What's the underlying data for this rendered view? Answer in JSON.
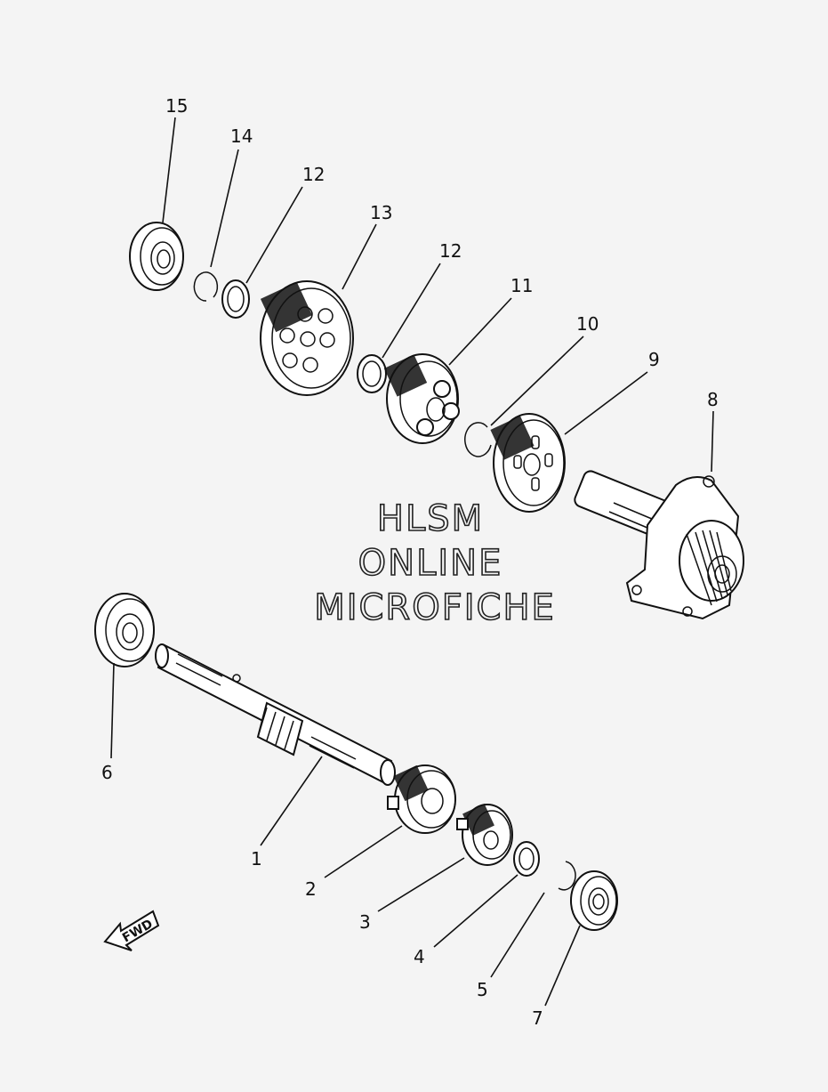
{
  "callouts": {
    "c1": "1",
    "c2": "2",
    "c3": "3",
    "c4": "4",
    "c5": "5",
    "c6": "6",
    "c7": "7",
    "c8": "8",
    "c9": "9",
    "c10": "10",
    "c11": "11",
    "c12a": "12",
    "c12b": "12",
    "c13": "13",
    "c14": "14",
    "c15": "15"
  },
  "watermark": {
    "line1": "HLSM",
    "line2": "ONLINE",
    "line3": "MICROFICHE"
  },
  "fwd_label": "FWD"
}
